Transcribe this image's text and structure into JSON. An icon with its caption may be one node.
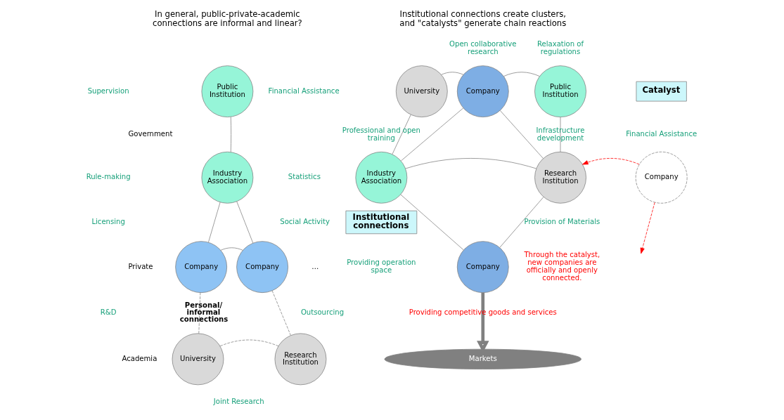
{
  "diagram": {
    "nodes": [
      {
        "text": [
          "Public Institution"
        ]
      },
      {
        "text": [
          "Industry Association"
        ]
      },
      {
        "text": [
          "Company"
        ]
      },
      {
        "text": [
          "Company"
        ]
      },
      {
        "text": [
          "University"
        ]
      },
      {
        "text": [
          "Research Institution"
        ]
      },
      {
        "text": [
          "University"
        ]
      },
      {
        "text": [
          "Company"
        ]
      },
      {
        "text": [
          "Public Institution"
        ]
      },
      {
        "text": [
          "Industry Association"
        ]
      },
      {
        "text": [
          "Research Institution"
        ]
      },
      {
        "text": [
          "Company"
        ]
      },
      {
        "text": [
          "Company"
        ]
      },
      {
        "text": [
          "Catalyst"
        ]
      },
      {
        "text": [
          "Institutional connections"
        ]
      },
      {
        "text": [
          "Markets"
        ]
      }
    ],
    "edges": [
      {
        "from": 0,
        "to": 1,
        "arrow": "none"
      },
      {
        "from": 1,
        "to": 2,
        "arrow": "none"
      },
      {
        "from": 1,
        "to": 3,
        "arrow": "none"
      },
      {
        "from": 2,
        "to": 3,
        "arrow": "none"
      },
      {
        "from": 2,
        "to": 4,
        "arrow": "none",
        "style": "dashed"
      },
      {
        "from": 3,
        "to": 5,
        "arrow": "none",
        "style": "dashed"
      },
      {
        "from": 4,
        "to": 5,
        "arrow": "none",
        "style": "dashed"
      },
      {
        "from": 6,
        "to": 7,
        "arrow": "none"
      },
      {
        "from": 7,
        "to": 8,
        "arrow": "none"
      },
      {
        "from": 6,
        "to": 9,
        "arrow": "none"
      },
      {
        "from": 7,
        "to": 9,
        "arrow": "none"
      },
      {
        "from": 7,
        "to": 10,
        "arrow": "none"
      },
      {
        "from": 8,
        "to": 10,
        "arrow": "none"
      },
      {
        "from": 9,
        "to": 10,
        "arrow": "none"
      },
      {
        "from": 9,
        "to": 11,
        "arrow": "none"
      },
      {
        "from": 10,
        "to": 11,
        "arrow": "none"
      },
      {
        "from": 12,
        "to": 10,
        "arrow": "to",
        "style": "dashed",
        "color": "#ff0000"
      },
      {
        "from": 12,
        "to": null,
        "arrow": "to",
        "style": "dashed",
        "color": "#ff0000"
      },
      {
        "from": 11,
        "to": 15,
        "arrow": "to",
        "style": "thick"
      }
    ],
    "labels": [
      "In general, public-private-academic connections are informal and linear?",
      "Institutional connections create clusters, and \"catalysts\" generate chain reactions",
      "Government",
      "Supervision",
      "Financial Assistance",
      "Rule-making",
      "Statistics",
      "Licensing",
      "Social Activity",
      "Private",
      "…",
      "R&D",
      "Personal/ informal connections",
      "Outsourcing",
      "Academia",
      "Joint Research",
      "Open collaborative research",
      "Relaxation of regulations",
      "Financial Assistance",
      "Professional and open training",
      "Infrastructure development",
      "Provision of Materials",
      "Providing operation space",
      "Through the catalyst, new companies are officially and openly connected.",
      "Providing competitive goods and services"
    ]
  }
}
